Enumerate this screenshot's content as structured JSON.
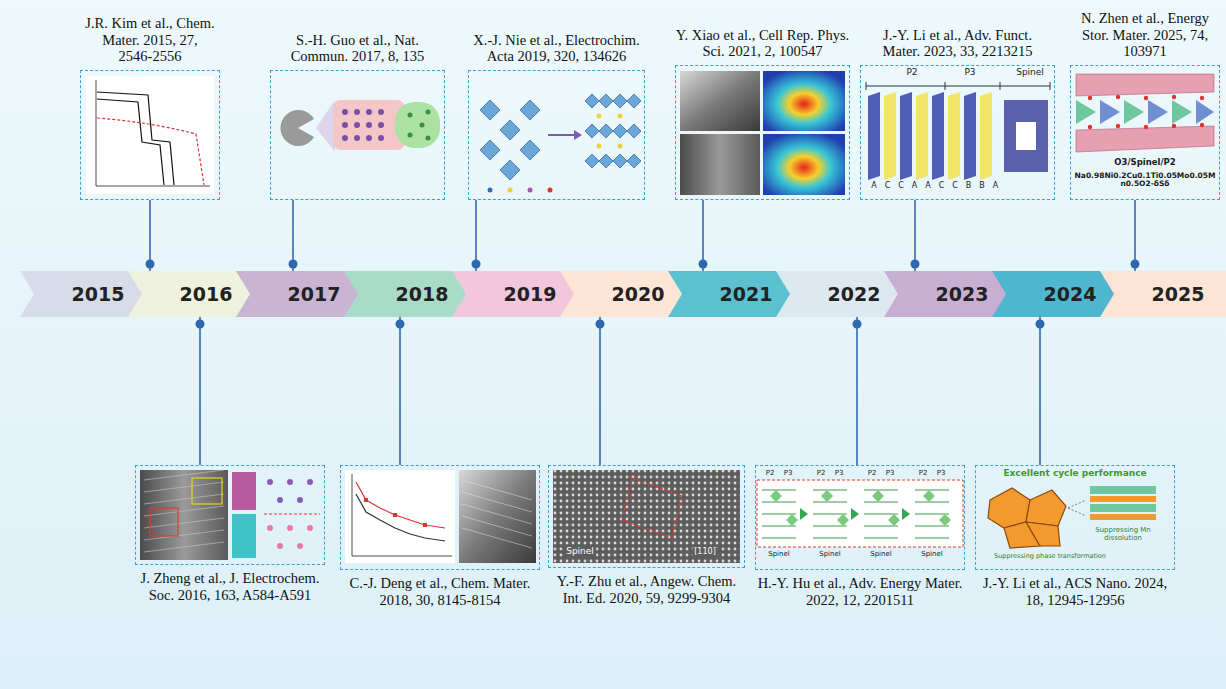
{
  "diagram": {
    "nodes": [
      {
        "text": [
          "J.R. Kim et al., Chem. Mater. 2015, 27, 2546-2556"
        ]
      },
      {
        "text": [
          "S.-H. Guo et al., Nat. Commun. 2017, 8, 135"
        ]
      },
      {
        "text": [
          "X.-J. Nie et al., Electrochim. Acta 2019, 320, 134626"
        ]
      },
      {
        "text": [
          "Y. Xiao et al., Cell Rep. Phys. Sci. 2021, 2, 100547"
        ]
      },
      {
        "text": [
          "J.-Y. Li et al., Adv. Funct. Mater. 2023, 33, 2213215"
        ]
      },
      {
        "text": [
          "N. Zhen et al., Energy Stor. Mater. 2025, 74, 103971"
        ]
      },
      {
        "text": [
          "2015"
        ]
      },
      {
        "text": [
          "2016"
        ]
      },
      {
        "text": [
          "2017"
        ]
      },
      {
        "text": [
          "2018"
        ]
      },
      {
        "text": [
          "2019"
        ]
      },
      {
        "text": [
          "2020"
        ]
      },
      {
        "text": [
          "2021"
        ]
      },
      {
        "text": [
          "2022"
        ]
      },
      {
        "text": [
          "2023"
        ]
      },
      {
        "text": [
          "2024"
        ]
      },
      {
        "text": [
          "2025"
        ]
      },
      {
        "text": [
          "J. Zheng et al., J. Electrochem. Soc. 2016, 163, A584-A591"
        ]
      },
      {
        "text": [
          "C.-J. Deng et al., Chem. Mater. 2018, 30, 8145-8154"
        ]
      },
      {
        "text": [
          "Y.-F. Zhu et al., Angew. Chem. Int. Ed. 2020, 59, 9299-9304"
        ]
      },
      {
        "text": [
          "H.-Y. Hu et al., Adv. Energy Mater. 2022, 12, 2201511"
        ]
      },
      {
        "text": [
          "J.-Y. Li et al., ACS Nano. 2024, 18, 12945-12956"
        ]
      }
    ],
    "edges": [
      {
        "from": 0,
        "to": 6,
        "arrow": "none"
      },
      {
        "from": 1,
        "to": 8,
        "arrow": "none"
      },
      {
        "from": 2,
        "to": 10,
        "arrow": "none"
      },
      {
        "from": 3,
        "to": 12,
        "arrow": "none"
      },
      {
        "from": 4,
        "to": 14,
        "arrow": "none"
      },
      {
        "from": 5,
        "to": 16,
        "arrow": "none"
      },
      {
        "from": 17,
        "to": 7,
        "arrow": "none"
      },
      {
        "from": 18,
        "to": 9,
        "arrow": "none"
      },
      {
        "from": 19,
        "to": 11,
        "arrow": "none"
      },
      {
        "from": 20,
        "to": 13,
        "arrow": "none"
      },
      {
        "from": 21,
        "to": 15,
        "arrow": "none"
      }
    ],
    "labels": [
      "P2",
      "P3",
      "Spinel",
      "A",
      "C",
      "C",
      "A",
      "A",
      "C",
      "C",
      "B",
      "B",
      "A",
      "O3/Spinel/P2",
      "Na0.98Ni0.2Cu0.1Ti0.05Mo0.05Mn0.5O2-δSδ",
      "Spinel",
      "[110]",
      "P2",
      "P3",
      "P2",
      "P3",
      "P2",
      "P3",
      "P2",
      "P3",
      "Spinel",
      "Spinel",
      "Spinel",
      "Spinel",
      "Excellent cycle performance",
      "Suppressing Mn dissolution",
      "Suppressing phase transformation"
    ]
  }
}
